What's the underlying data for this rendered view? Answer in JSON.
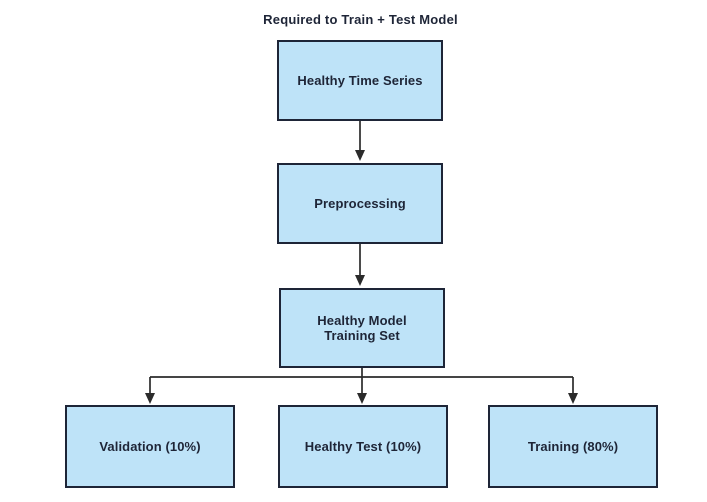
{
  "title": "Required to Train + Test Model",
  "colors": {
    "background": "#ffffff",
    "box_fill": "#bee3f8",
    "box_border": "#1e2537",
    "text": "#1e2537",
    "arrow": "#2b2b2b"
  },
  "nodes": {
    "healthy_time_series": {
      "label": "Healthy Time Series"
    },
    "preprocessing": {
      "label": "Preprocessing"
    },
    "healthy_model_training_set": {
      "label": "Healthy Model Training Set"
    },
    "validation": {
      "label": "Validation (10%)"
    },
    "healthy_test": {
      "label": "Healthy Test (10%)"
    },
    "training": {
      "label": "Training (80%)"
    }
  },
  "edges": [
    {
      "from": "healthy_time_series",
      "to": "preprocessing"
    },
    {
      "from": "preprocessing",
      "to": "healthy_model_training_set"
    },
    {
      "from": "healthy_model_training_set",
      "to": "validation"
    },
    {
      "from": "healthy_model_training_set",
      "to": "healthy_test"
    },
    {
      "from": "healthy_model_training_set",
      "to": "training"
    }
  ]
}
